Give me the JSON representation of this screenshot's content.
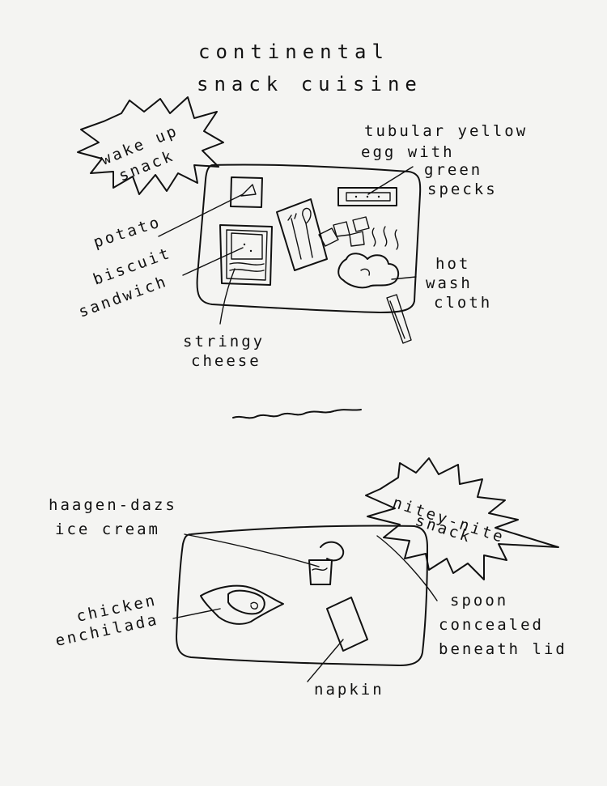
{
  "title": {
    "line1": "continental",
    "line2": "snack cuisine"
  },
  "morning": {
    "burst_label_line1": "wake up",
    "burst_label_line2": "snack",
    "labels": {
      "potato": "potato",
      "biscuit_line1": "biscuit",
      "biscuit_line2": "sandwich",
      "cheese_line1": "stringy",
      "cheese_line2": "cheese",
      "egg_line1": "tubular yellow",
      "egg_line2": "egg with",
      "egg_line3": "green",
      "egg_line4": "specks",
      "towel_line1": "hot",
      "towel_line2": "wash",
      "towel_line3": "cloth"
    }
  },
  "night": {
    "burst_label_line1": "nitey-nite",
    "burst_label_line2": "snack",
    "labels": {
      "icecream_line1": "haagen-dazs",
      "icecream_line2": "ice  cream",
      "enchilada_line1": "chicken",
      "enchilada_line2": "enchilada",
      "spoon_line1": "spoon",
      "spoon_line2": "concealed",
      "spoon_line3": "beneath lid",
      "napkin": "napkin"
    }
  }
}
